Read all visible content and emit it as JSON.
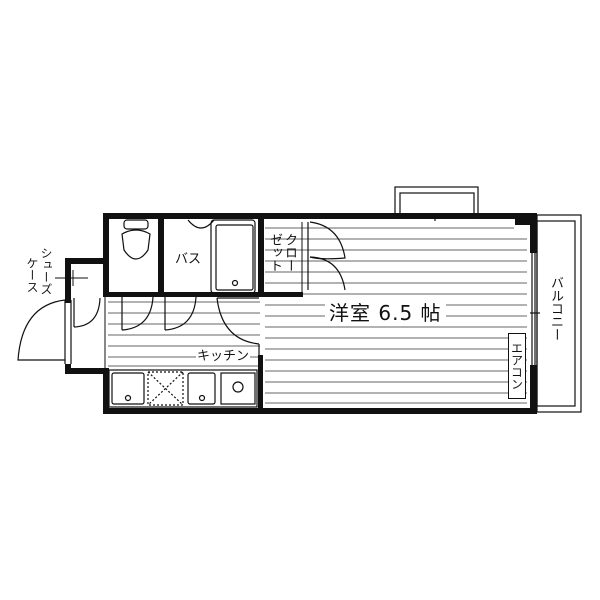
{
  "floorplan": {
    "rooms": {
      "western_room": "洋室 6.5 帖",
      "bath": "バス",
      "closet": "クローゼット",
      "closet_col1": "クロー",
      "closet_col2": "ゼット",
      "kitchen": "キッチン",
      "balcony": "バルコニー",
      "shoe_case": "シューズケース",
      "shoe_col1": "シューズ",
      "shoe_col2": "ケース"
    },
    "fixtures": {
      "aircon": "エアコン"
    },
    "colors": {
      "wall": "#111111",
      "line": "#333333",
      "background": "#ffffff"
    }
  }
}
